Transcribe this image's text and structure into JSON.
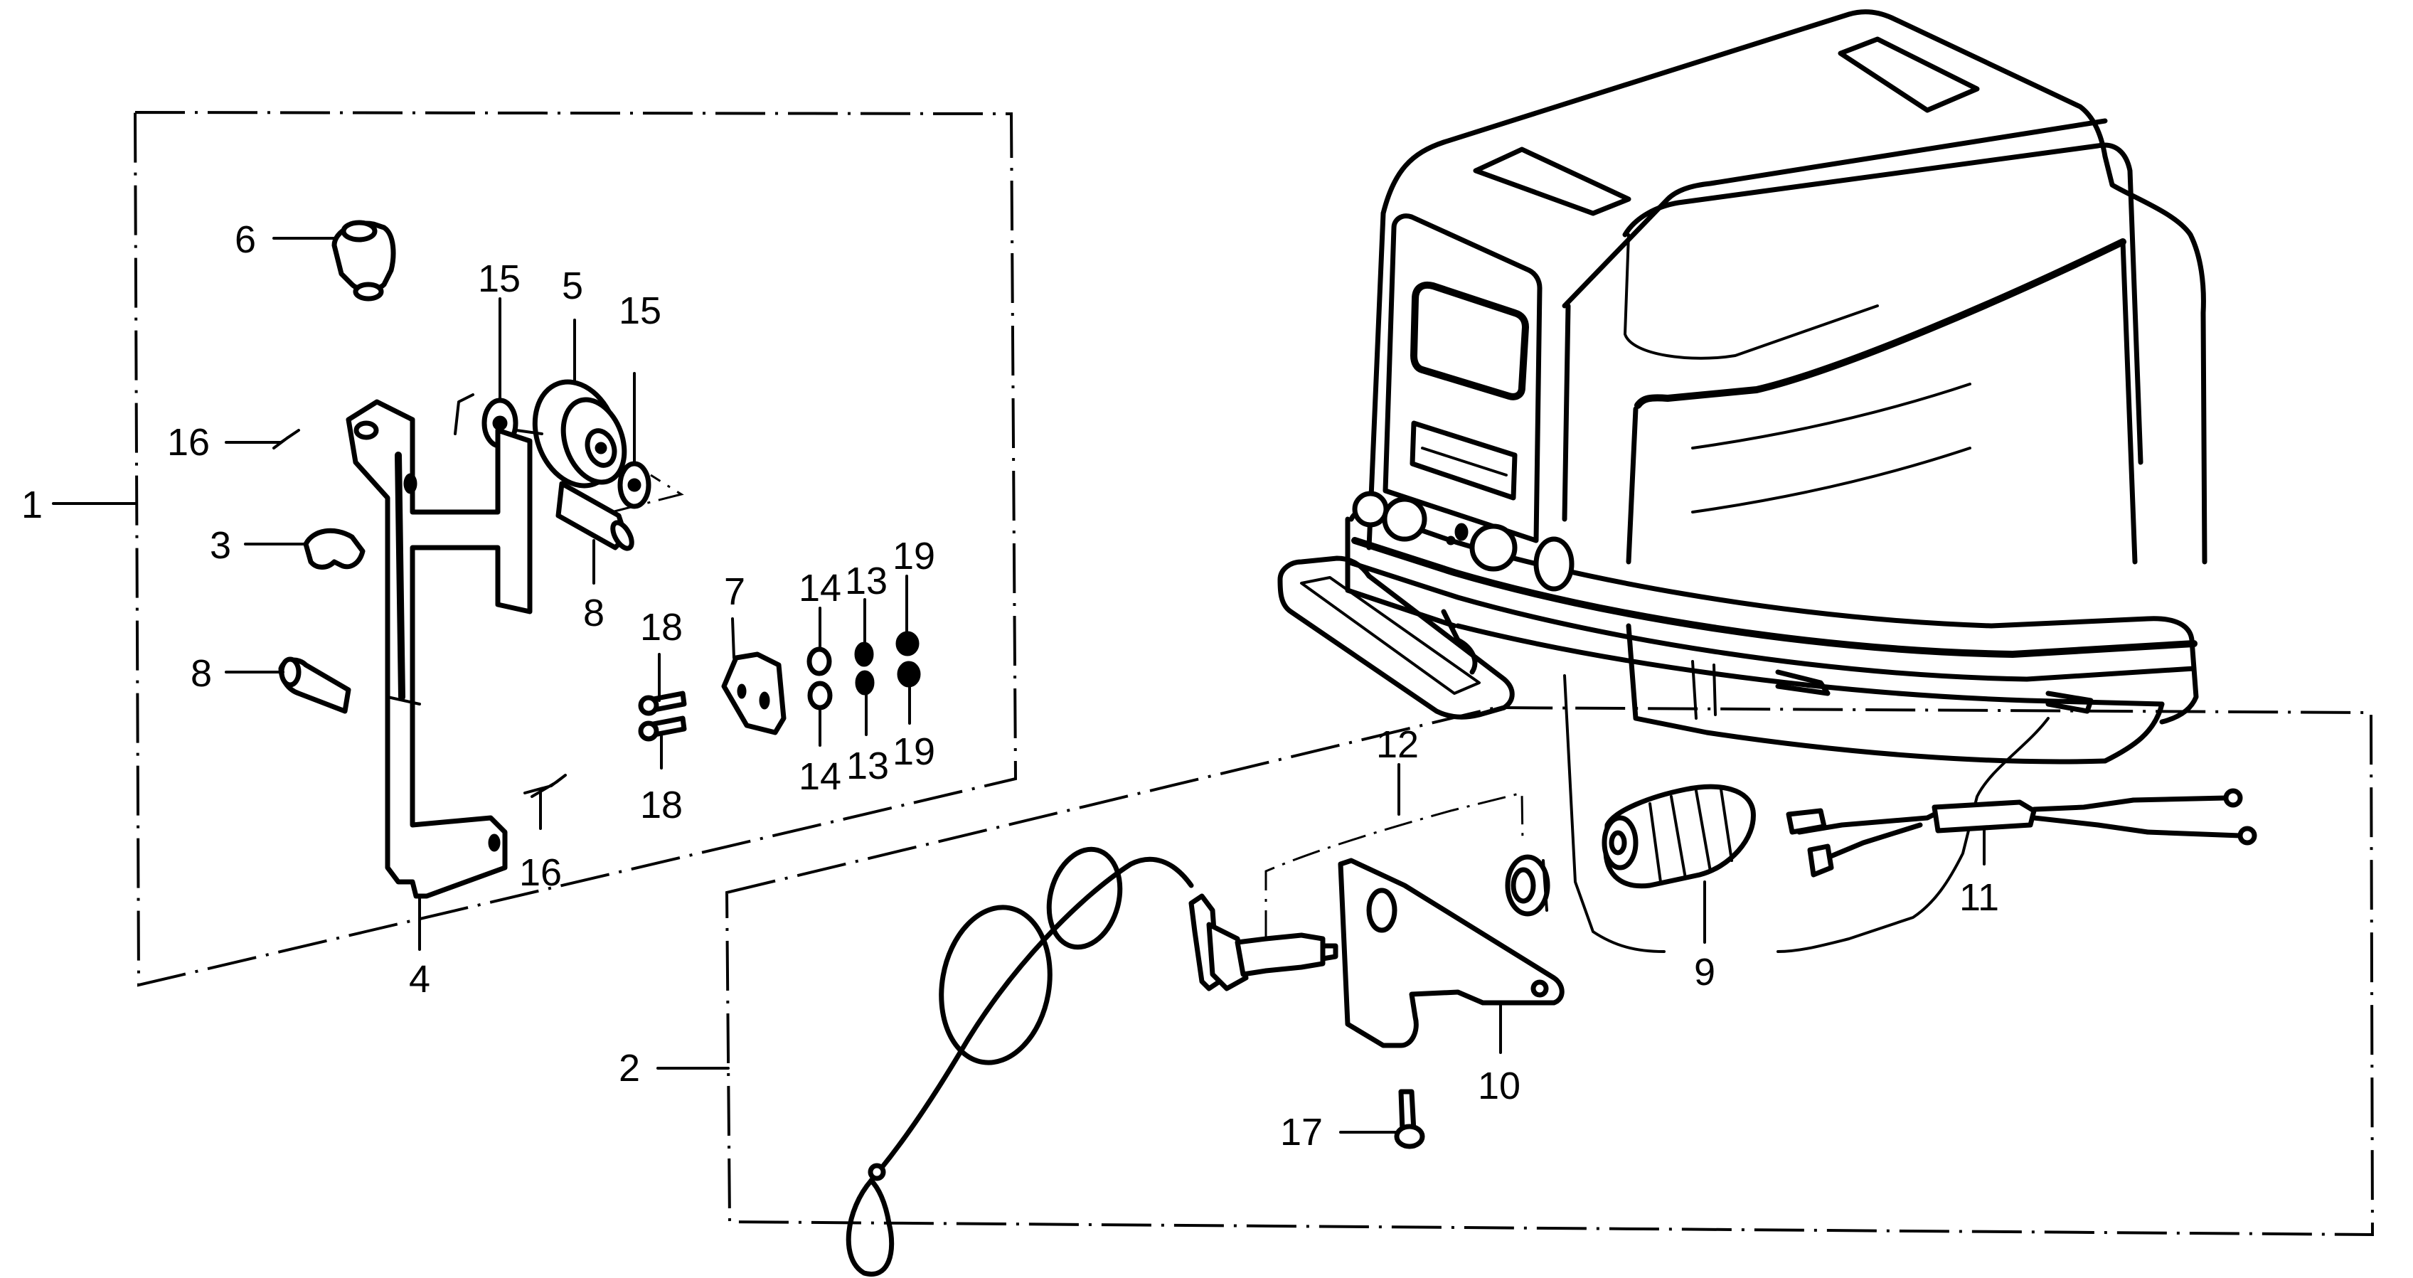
{
  "diagram": {
    "ink_color": "#000000",
    "paper_color": "#ffffff",
    "groups": [
      {
        "callout": "1",
        "description_icon": "parts-group-box"
      },
      {
        "callout": "2",
        "description_icon": "parts-group-box"
      }
    ],
    "callouts": {
      "c1": "1",
      "c2": "2",
      "c3": "3",
      "c4": "4",
      "c5": "5",
      "c6": "6",
      "c7": "7",
      "c8a": "8",
      "c8b": "8",
      "c9": "9",
      "c10": "10",
      "c11": "11",
      "c12": "12",
      "c13a": "13",
      "c13b": "13",
      "c14a": "14",
      "c14b": "14",
      "c15a": "15",
      "c15b": "15",
      "c16a": "16",
      "c16b": "16",
      "c17": "17",
      "c18a": "18",
      "c18b": "18",
      "c19a": "19",
      "c19b": "19"
    }
  }
}
